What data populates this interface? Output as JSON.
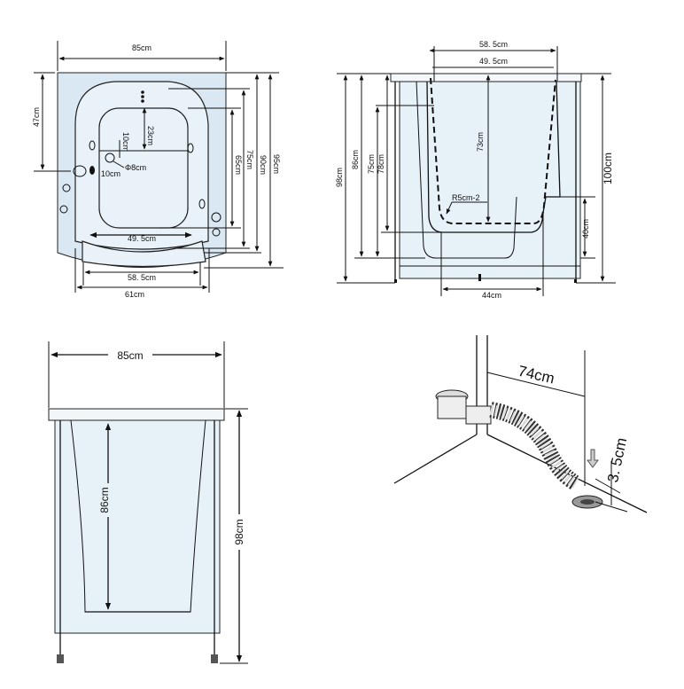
{
  "top_view": {
    "width_overall": "85cm",
    "depth_47": "47cm",
    "dim_23": "23cm",
    "dim_10v": "10cm",
    "dim_10h": "10cm",
    "dia_8": "Φ8cm",
    "dim_65": "65cm",
    "dim_75": "75cm",
    "dim_90": "90cm",
    "dim_95": "95cm",
    "dim_49_5": "49. 5cm",
    "dim_58_5": "58. 5cm",
    "dim_61": "61cm"
  },
  "side_view": {
    "top_58_5": "58. 5cm",
    "top_49_5": "49. 5cm",
    "dim_73": "73cm",
    "dim_98": "98cm",
    "dim_86": "86cm",
    "dim_75": "75cm",
    "dim_78": "78cm",
    "radius": "R5cm-2",
    "dim_40": "40cm",
    "dim_100": "100cm",
    "bottom_44": "44cm"
  },
  "front_view": {
    "width": "85cm",
    "depth_86": "86cm",
    "height_98": "98cm"
  },
  "drain_view": {
    "distance": "74cm",
    "height": "3. 5cm"
  }
}
